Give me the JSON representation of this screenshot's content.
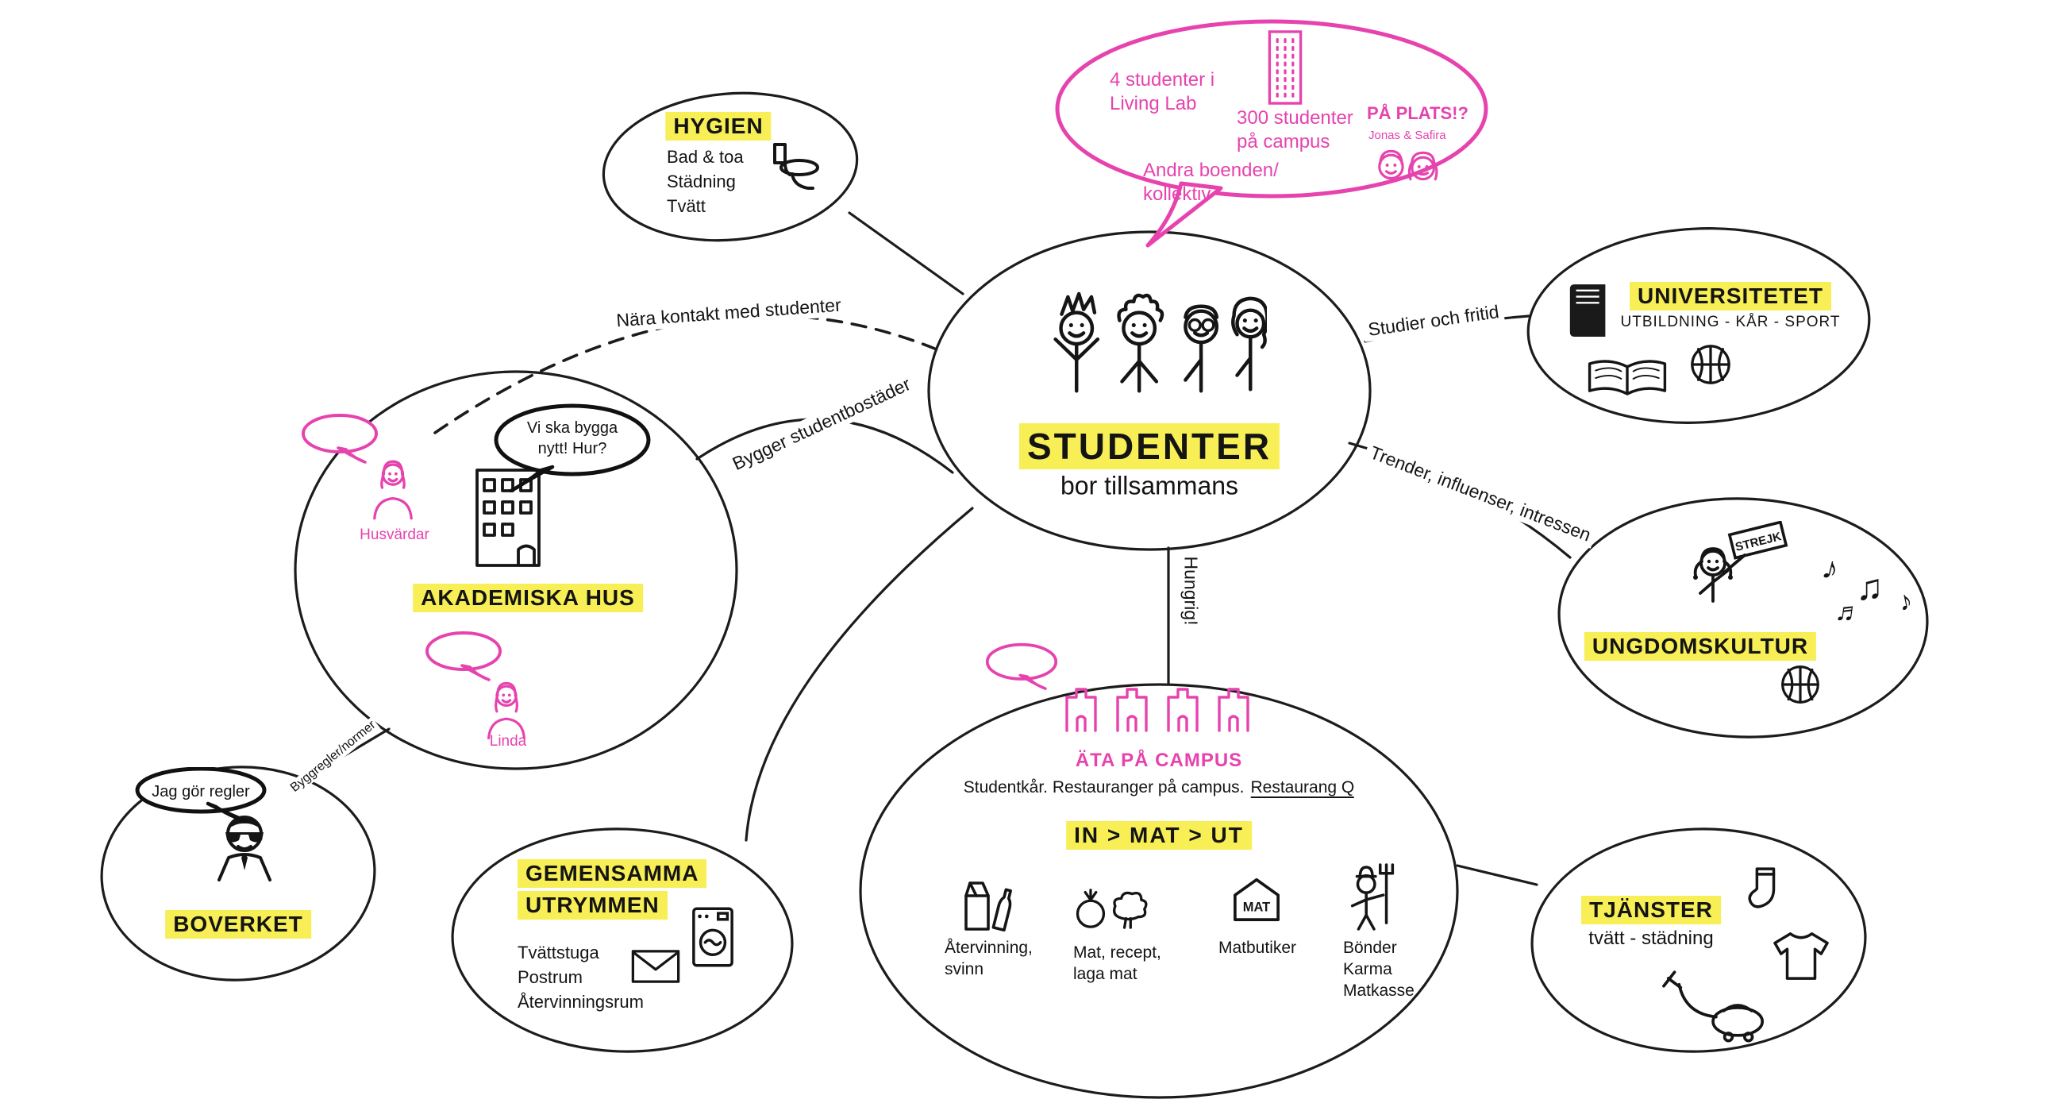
{
  "colors": {
    "highlight": "#f7ef55",
    "pink": "#e643ae",
    "ink": "#141414"
  },
  "center": {
    "title": "STUDENTER",
    "subtitle": "bor tillsammans",
    "bubble": {
      "living_lab_1": "4 studenter i",
      "living_lab_2": "Living Lab",
      "campus_1": "300 studenter",
      "campus_2": "på campus",
      "pa_plats": "PÅ PLATS!?",
      "pa_plats_sub": "Jonas & Safira",
      "andra_1": "Andra boenden/",
      "andra_2": "kollektiv"
    }
  },
  "nodes": {
    "hygien": {
      "title": "HYGIEN",
      "items": [
        "Bad & toa",
        "Städning",
        "Tvätt"
      ]
    },
    "universitetet": {
      "title": "UNIVERSITETET",
      "subtitle": "UTBILDNING - KÅR - SPORT"
    },
    "ungdomskultur": {
      "title": "UNGDOMSKULTUR",
      "sign_text": "STREJK"
    },
    "tjanster": {
      "title": "TJÄNSTER",
      "subtitle": "tvätt - städning"
    },
    "akademiska_hus": {
      "title": "AKADEMISKA HUS",
      "bubble_1": "Vi ska bygga",
      "bubble_2": "nytt! Hur?",
      "person_1": "Husvärdar",
      "person_2": "Linda"
    },
    "boverket": {
      "title": "BOVERKET",
      "bubble": "Jag gör regler"
    },
    "gemensamma": {
      "title_1": "GEMENSAMMA",
      "title_2": "UTRYMMEN",
      "items": [
        "Tvättstuga",
        "Postrum",
        "Återvinningsrum"
      ]
    },
    "ata_pa_campus": {
      "title": "ÄTA PÅ CAMPUS",
      "subtitle": "Studentkår. Restauranger på campus.",
      "subtitle_link": "Restaurang Q",
      "flow": "IN > MAT > UT",
      "matbutiker_icon_text": "MAT",
      "columns": [
        {
          "lines": [
            "Återvinning,",
            "svinn"
          ]
        },
        {
          "lines": [
            "Mat, recept,",
            "laga mat"
          ]
        },
        {
          "lines": [
            "Matbutiker"
          ]
        },
        {
          "lines": [
            "Bönder",
            "Karma",
            "Matkasse"
          ]
        }
      ]
    }
  },
  "edges": {
    "nara_kontakt": "Nära kontakt med studenter",
    "bygger": "Bygger studentbostäder",
    "studier": "Studier och fritid",
    "trender": "Trender, influenser, intressen",
    "hungrig": "Hungrig!",
    "byggregler": "Byggregler/normer"
  },
  "icons": {
    "music_notes": [
      "♪",
      "♫",
      "♪",
      "♬"
    ]
  }
}
